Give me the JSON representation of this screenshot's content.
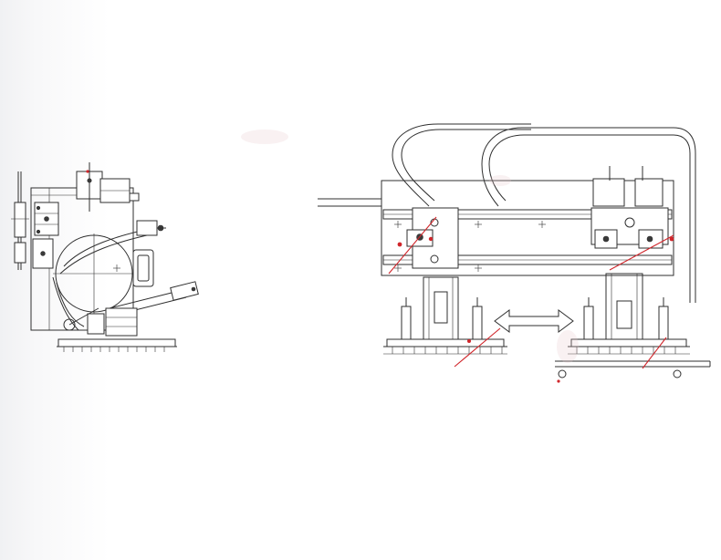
{
  "document": {
    "title": "",
    "caption": ""
  },
  "palette": {
    "line": "#2f2f2f",
    "markup": "#d0262b",
    "paper": "#ffffff"
  },
  "figures": [
    {
      "id": "side-view",
      "icon": "machine-side-view-drawing"
    },
    {
      "id": "front-view",
      "icon": "gantry-front-view-drawing"
    },
    {
      "id": "travel-arrow",
      "icon": "double-headed-arrow"
    }
  ]
}
